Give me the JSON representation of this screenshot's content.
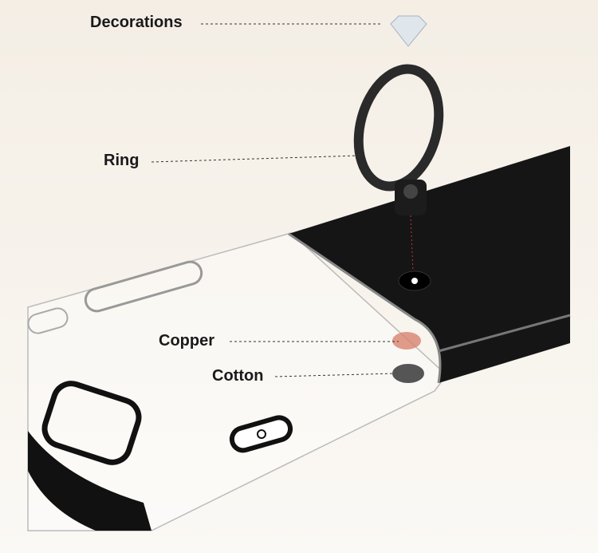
{
  "labels": {
    "decorations": "Decorations",
    "ring": "Ring",
    "copper": "Copper",
    "cotton": "Cotton"
  },
  "colors": {
    "background": "#f4eee5",
    "phone_black": "#151515",
    "copper": "#d9826e",
    "cotton": "#555555"
  }
}
